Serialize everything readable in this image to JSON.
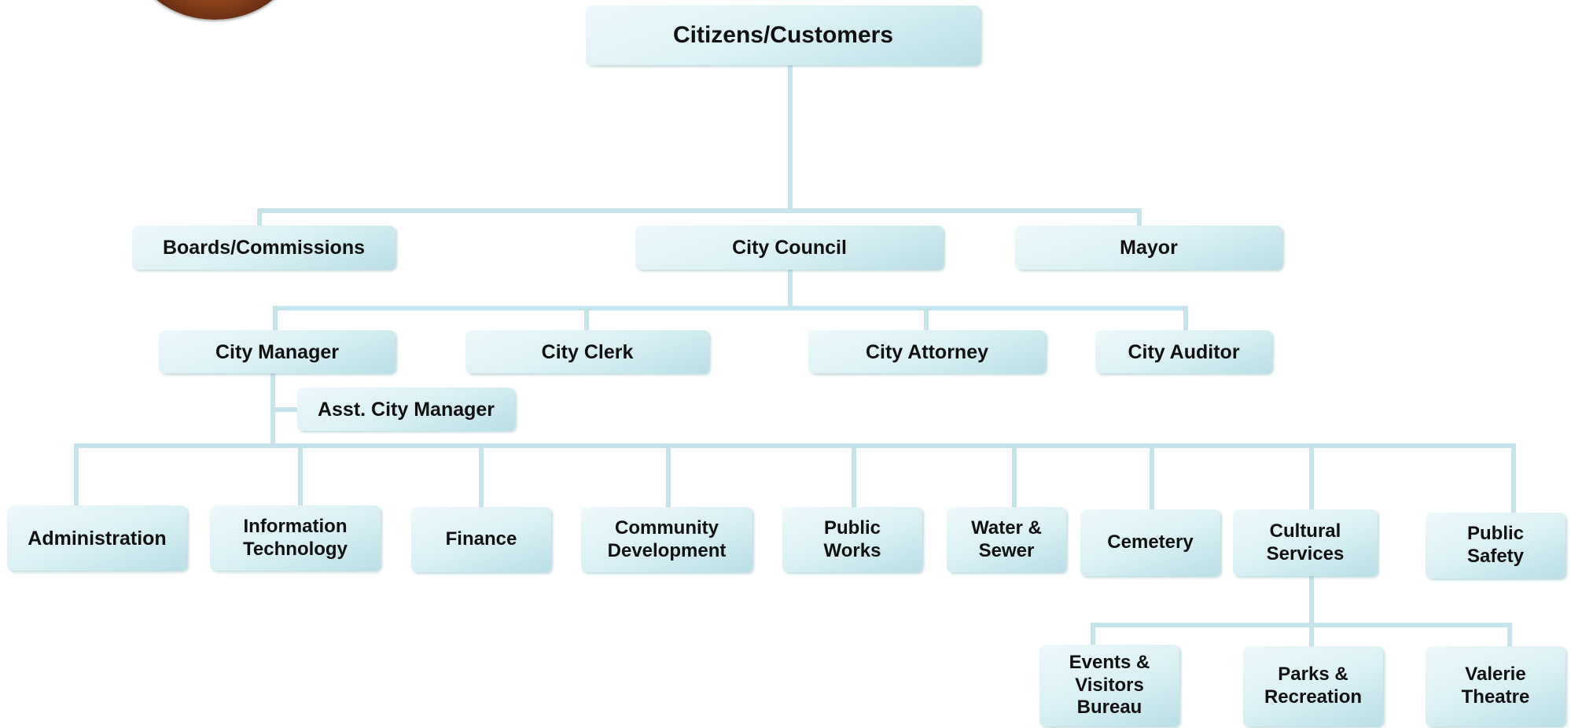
{
  "top": {
    "citizens": "Citizens/Customers"
  },
  "level1": {
    "boards": "Boards/Commissions",
    "council": "City Council",
    "mayor": "Mayor"
  },
  "level2": {
    "manager": "City Manager",
    "clerk": "City Clerk",
    "attorney": "City Attorney",
    "auditor": "City Auditor",
    "asst_manager": "Asst. City Manager"
  },
  "departments": {
    "administration": "Administration",
    "information_technology": "Information\nTechnology",
    "finance": "Finance",
    "community_development": "Community\nDevelopment",
    "public_works": "Public\nWorks",
    "water_sewer": "Water &\nSewer",
    "cemetery": "Cemetery",
    "cultural_services": "Cultural\nServices",
    "public_safety": "Public\nSafety"
  },
  "cultural_divisions": {
    "events_visitors": "Events &\nVisitors\nBureau",
    "parks_recreation": "Parks &\nRecreation",
    "valerie_theatre": "Valerie\nTheatre"
  },
  "colors": {
    "box_light": "#eef8fa",
    "box_dark": "#b9dfe5",
    "connector": "#c6e4ea"
  }
}
